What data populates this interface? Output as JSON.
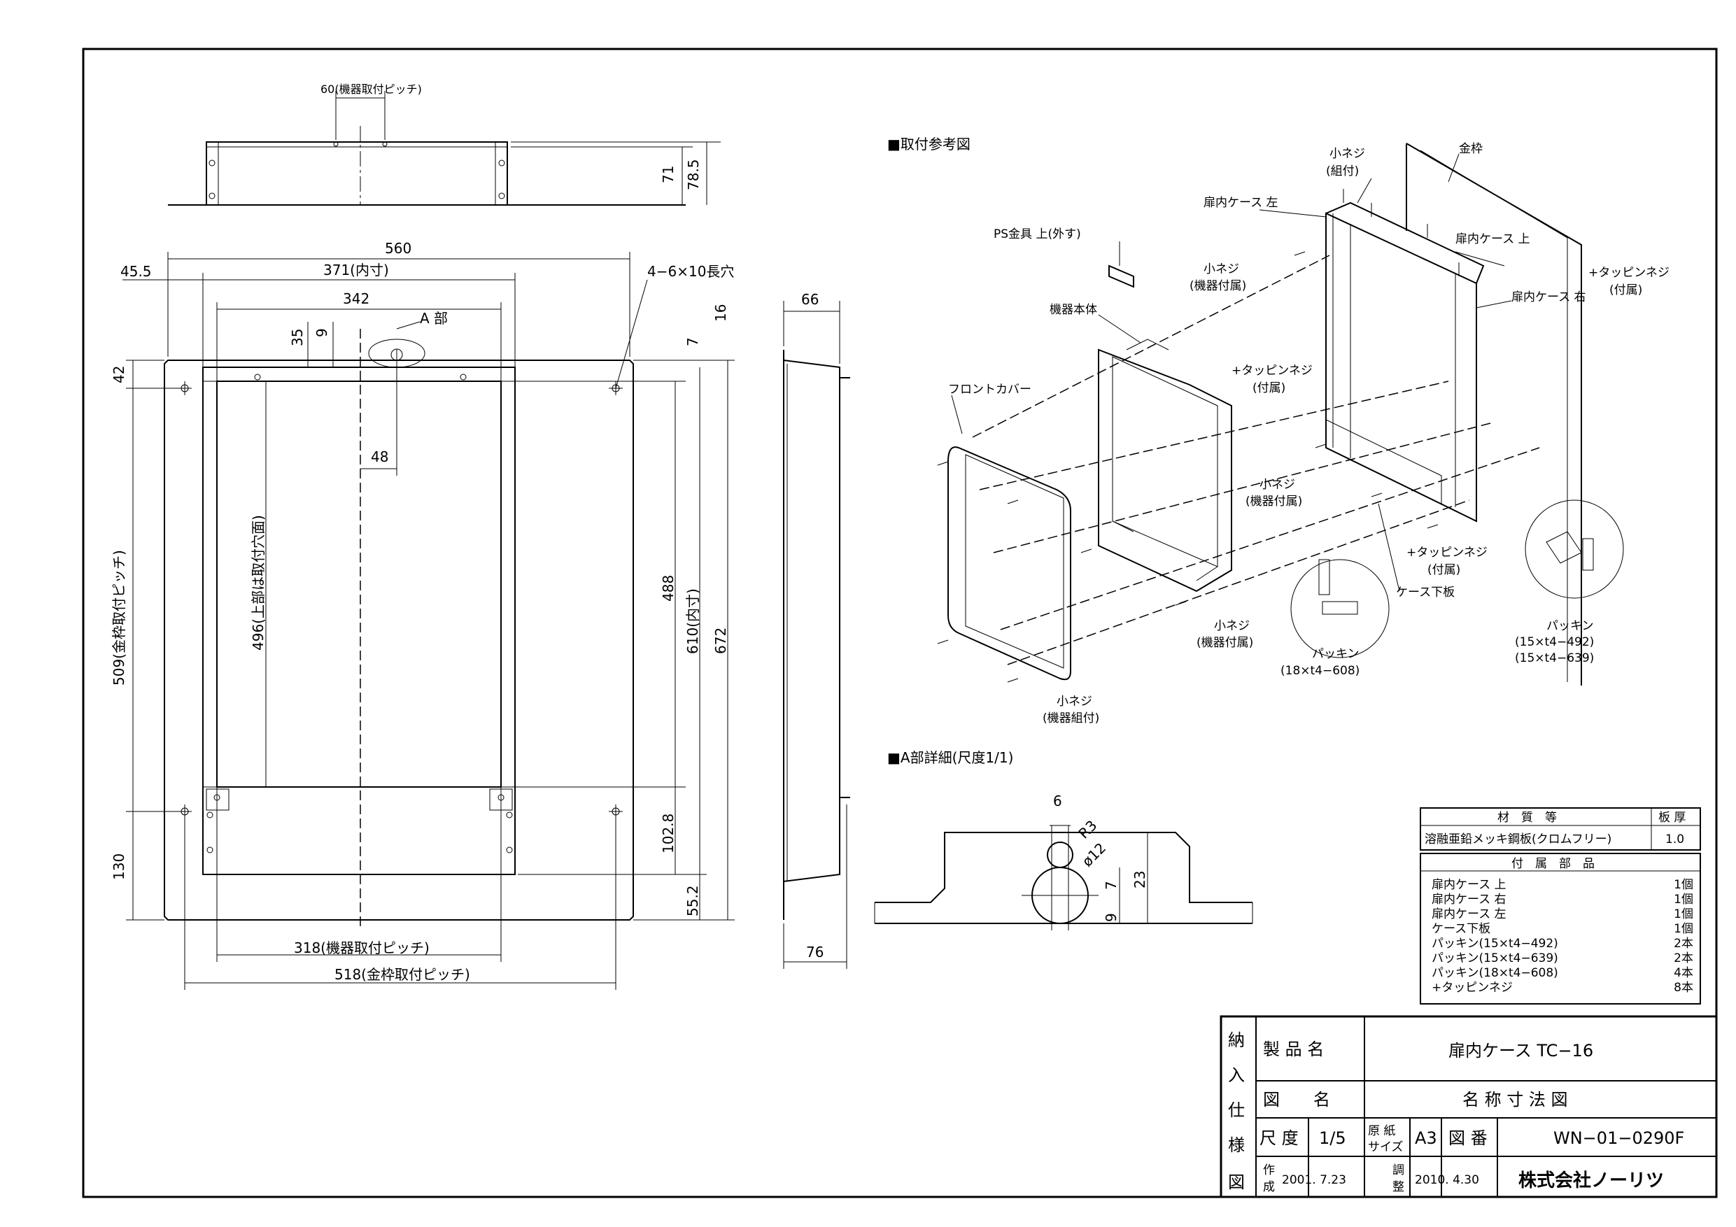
{
  "top_view": {
    "pitch_label": "60(機器取付ピッチ)",
    "h71": "71",
    "h78_5": "78.5"
  },
  "front_view": {
    "w560": "560",
    "w45_5": "45.5",
    "w371": "371(内寸)",
    "w342": "342",
    "hole_note": "4−6×10長穴",
    "d35": "35",
    "d9": "9",
    "a_part": "A 部",
    "d7": "7",
    "d16": "16",
    "d42": "42",
    "d48": "48",
    "d509": "509(金枠取付ピッチ)",
    "d496": "496(上部は取付穴面)",
    "d488": "488",
    "d610": "610(内寸)",
    "d672": "672",
    "d130": "130",
    "d102_8": "102.8",
    "d55_2": "55.2",
    "d318": "318(機器取付ピッチ)",
    "d518": "518(金枠取付ピッチ)"
  },
  "side_view": {
    "d66": "66",
    "d76": "76"
  },
  "install_ref": {
    "heading": "■取付参考図",
    "labels": {
      "small_screw_assembled": "小ネジ",
      "small_screw_assembled_sub": "(組付)",
      "metal_frame": "金枠",
      "inner_case_left": "扉内ケース 左",
      "inner_case_top": "扉内ケース 上",
      "tapping_screw": "+タッピンネジ",
      "tapping_screw_sub": "(付属)",
      "inner_case_right": "扉内ケース 右",
      "ps_fitting": "PS金具 上(外す)",
      "small_screw_dev": "小ネジ",
      "small_screw_dev_sub": "(機器付属)",
      "device_body": "機器本体",
      "tapping_screw2": "+タッピンネジ",
      "tapping_screw2_sub": "(付属)",
      "front_cover": "フロントカバー",
      "small_screw_dev2": "小ネジ",
      "small_screw_dev2_sub": "(機器付属)",
      "tapping_screw3": "+タッピンネジ",
      "tapping_screw3_sub": "(付属)",
      "case_bottom": "ケース下板",
      "packing_right": "パッキン",
      "packing_right_sub1": "(15×t4−492)",
      "packing_right_sub2": "(15×t4−639)",
      "small_screw_dev3": "小ネジ",
      "small_screw_dev3_sub": "(機器付属)",
      "packing_left": "パッキン",
      "packing_left_sub": "(18×t4−608)",
      "small_screw_assy2": "小ネジ",
      "small_screw_assy2_sub": "(機器組付)"
    }
  },
  "detail_a": {
    "heading": "■A部詳細(尺度1/1)",
    "d6": "6",
    "r3": "R3",
    "phi12": "ø12",
    "d7": "7",
    "d23": "23",
    "d9": "9"
  },
  "material_table": {
    "header": [
      "材　質　等",
      "板 厚"
    ],
    "row": [
      "溶融亜鉛メッキ鋼板(クロムフリー)",
      "1.0"
    ]
  },
  "parts_table": {
    "header": "付　属　部　品",
    "rows": [
      [
        "扉内ケース 上",
        "1個"
      ],
      [
        "扉内ケース 右",
        "1個"
      ],
      [
        "扉内ケース 左",
        "1個"
      ],
      [
        "ケース下板",
        "1個"
      ],
      [
        "パッキン(15×t4−492)",
        "2本"
      ],
      [
        "パッキン(15×t4−639)",
        "2本"
      ],
      [
        "パッキン(18×t4−608)",
        "4本"
      ],
      [
        "+タッピンネジ",
        "8本"
      ]
    ]
  },
  "title_block": {
    "vertical_label": [
      "納",
      "入",
      "仕",
      "様",
      "図"
    ],
    "product_name_label": "製 品 名",
    "product_name": "扉内ケース TC−16",
    "drawing_name_label": "図　　名",
    "drawing_name": "名 称 寸 法 図",
    "scale_label": "尺 度",
    "scale": "1/5",
    "paper_label_1": "原 紙",
    "paper_label_2": "サイズ",
    "paper": "A3",
    "drawing_no_label": "図 番",
    "drawing_no": "WN−01−0290F",
    "created_label_1": "作",
    "created_label_2": "成",
    "created": "2001. 7.23",
    "revised_label_1": "調",
    "revised_label_2": "整",
    "revised": "2010. 4.30",
    "company": "株式会社ノーリツ"
  }
}
